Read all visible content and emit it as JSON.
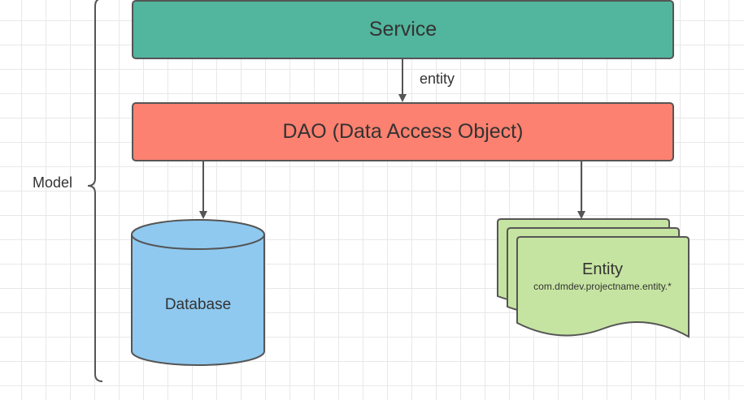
{
  "diagram": {
    "model_label": "Model",
    "service_label": "Service",
    "edge_label": "entity",
    "dao_label": "DAO (Data Access Object)",
    "database_label": "Database",
    "entity_label": "Entity",
    "entity_package": "com.dmdev.projectname.entity.*"
  },
  "colors": {
    "service": "#52b59d",
    "dao": "#fd8170",
    "database": "#8fc9f0",
    "entity": "#c6e4a1",
    "stroke": "#555555"
  }
}
